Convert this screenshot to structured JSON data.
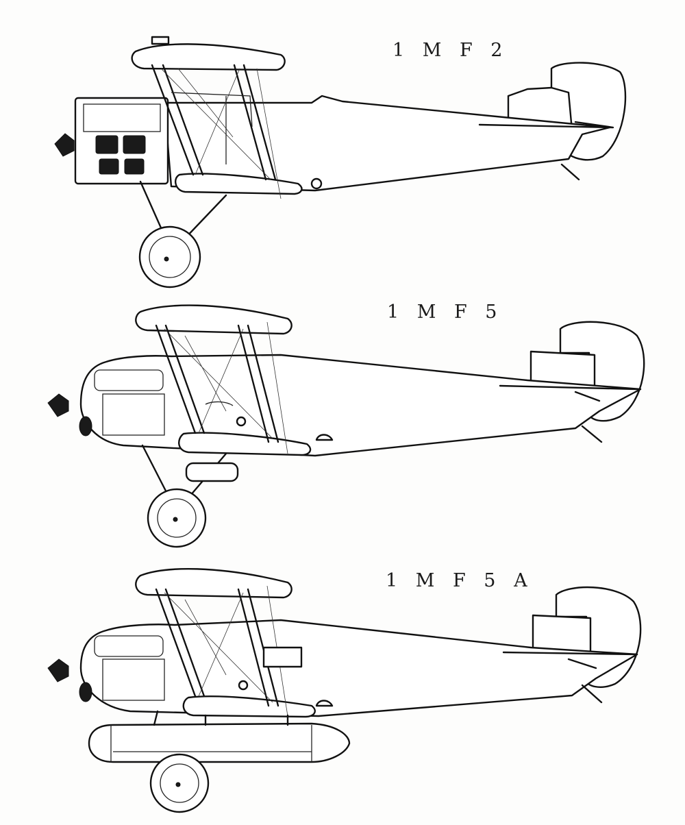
{
  "drawings": [
    {
      "label": "1 M F 2",
      "has_float": false,
      "nose": "square"
    },
    {
      "label": "1 M F 5",
      "has_float": false,
      "nose": "round"
    },
    {
      "label": "1 M F 5 A",
      "has_float": true,
      "nose": "round"
    }
  ],
  "colors": {
    "ink": "#111111",
    "paper": "#fdfdfc"
  }
}
